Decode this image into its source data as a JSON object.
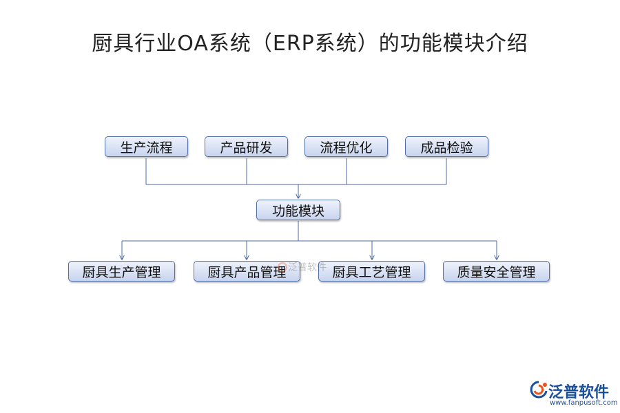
{
  "title": "厨具行业OA系统（ERP系统）的功能模块介绍",
  "diagram": {
    "top_nodes": [
      "生产流程",
      "产品研发",
      "流程优化",
      "成品检验"
    ],
    "center_node": "功能模块",
    "bottom_nodes": [
      "厨具生产管理",
      "厨具产品管理",
      "厨具工艺管理",
      "质量安全管理"
    ],
    "box_fill_top": "#eef2fb",
    "box_fill_bottom": "#c8d4ee",
    "box_border": "#4f6fa8",
    "line_color": "#4a6aa6"
  },
  "watermark": {
    "text": "泛普软件"
  },
  "brand": {
    "name": "泛普软件",
    "url": "www.fanpusoft.com",
    "color": "#1a4f9c",
    "accent": "#e8541e"
  }
}
